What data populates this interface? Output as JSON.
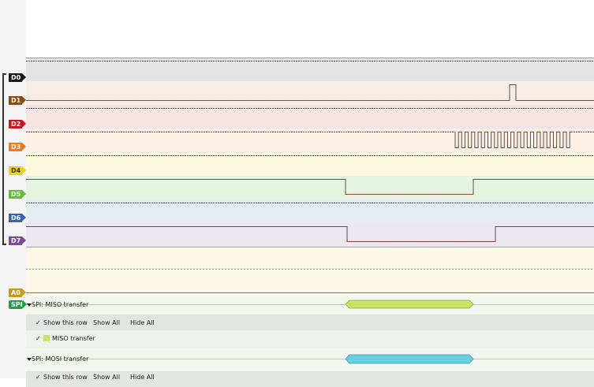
{
  "channels": [
    {
      "label": "D0",
      "color": "#1a1a1a"
    },
    {
      "label": "D1",
      "color": "#8b4a0e"
    },
    {
      "label": "D2",
      "color": "#d0121c"
    },
    {
      "label": "D3",
      "color": "#ee7a12"
    },
    {
      "label": "D4",
      "color": "#e8d414"
    },
    {
      "label": "D5",
      "color": "#5cc42a"
    },
    {
      "label": "D6",
      "color": "#3a64b0"
    },
    {
      "label": "D7",
      "color": "#7a4c92"
    }
  ],
  "analog": {
    "label": "A0",
    "color": "#c99a16"
  },
  "spi_badge": {
    "label": "SPI",
    "color": "#1f9e4a"
  },
  "miso": {
    "title": "SPI: MISO transfer",
    "show_row": "Show this row",
    "show_all": "Show All",
    "hide_all": "Hide All",
    "item": "MISO transfer",
    "item_color": "#c8e463"
  },
  "mosi": {
    "title": "SPI: MOSI transfer",
    "show_row": "Show this row",
    "show_all": "Show All",
    "hide_all": "Hide All",
    "item_color": "#6ccde0"
  },
  "icons": {
    "check": "✓"
  }
}
